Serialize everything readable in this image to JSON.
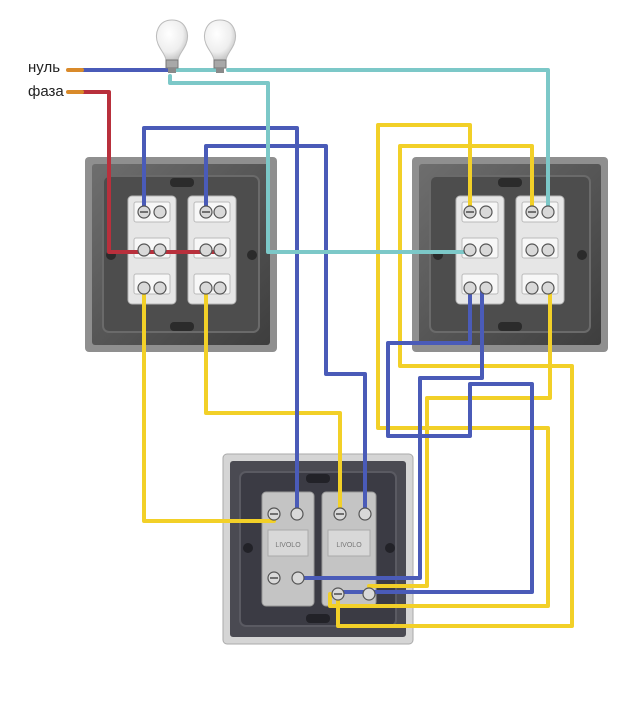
{
  "labels": {
    "neutral": "нуль",
    "phase": "фаза"
  },
  "colors": {
    "neutral_wire": "#4a5bb8",
    "phase_wire": "#b8303c",
    "lamp_wire": "#7cc8c8",
    "traveler_wire": "#f2d028",
    "return_wire": "#4a5bb8",
    "frame_dark": "#555555",
    "frame_light": "#c8c8c8",
    "terminal": "#e4e4e4",
    "copper": "#d98a2a"
  },
  "icons": {
    "lamp": "light-bulb-icon",
    "switch": "double-passthrough-switch",
    "cross_switch": "double-cross-switch"
  },
  "mechanism_print": "LIVOLO"
}
